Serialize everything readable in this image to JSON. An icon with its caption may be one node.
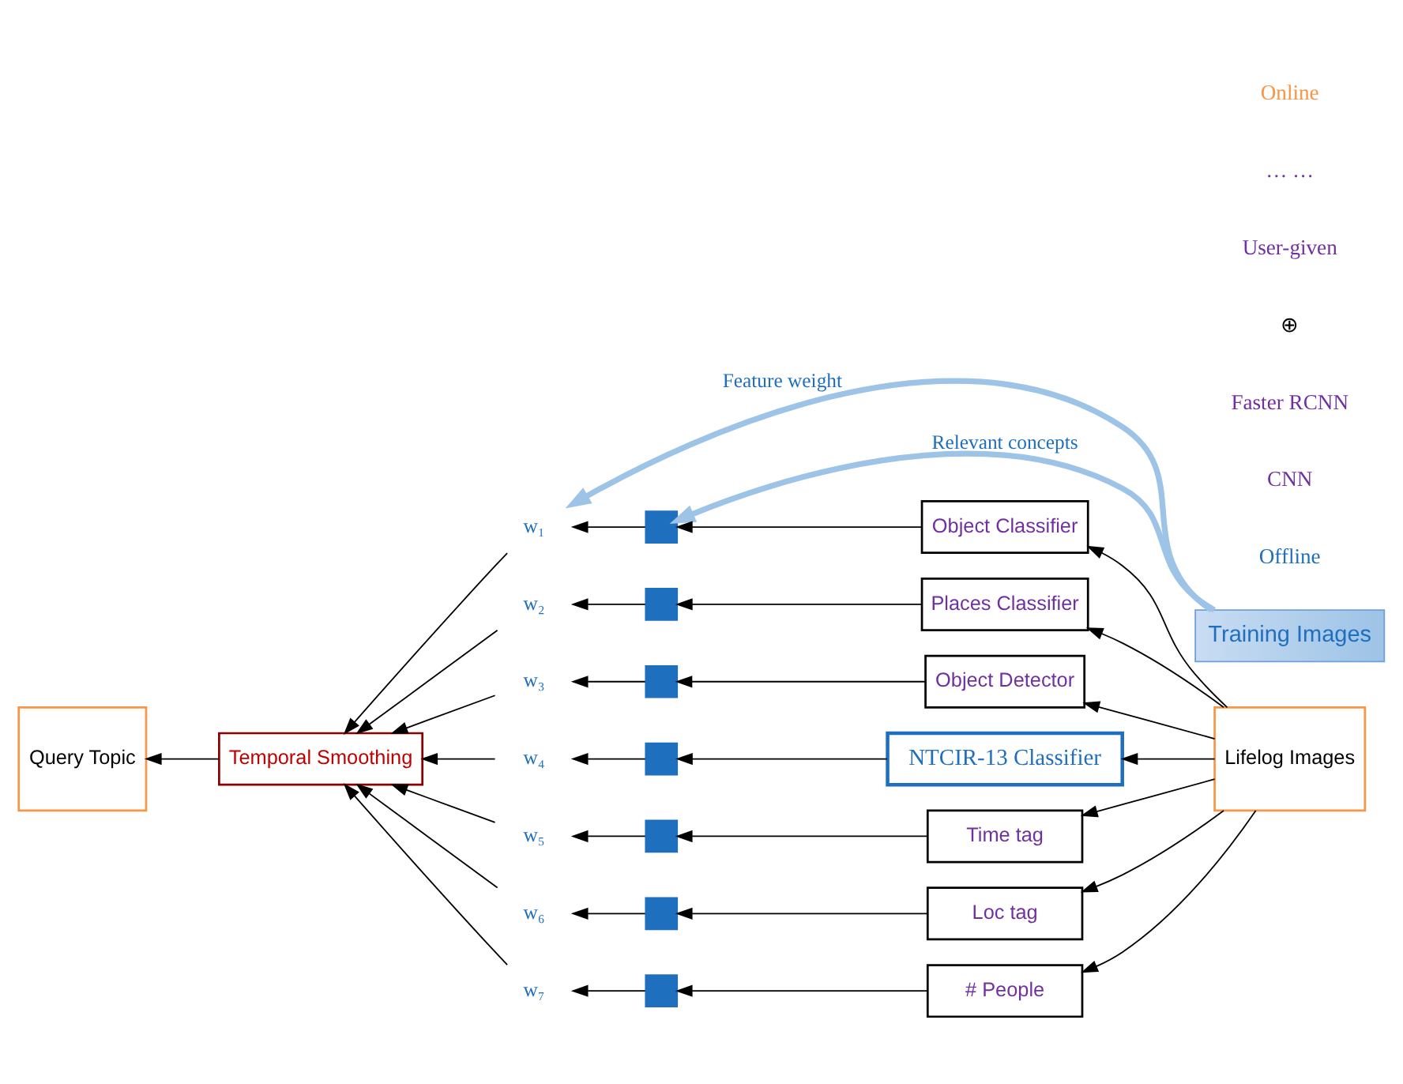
{
  "diagram": {
    "nodes": [
      {
        "text": [
          "Training Images"
        ]
      },
      {
        "text": [
          "w₁"
        ]
      },
      {
        "text": [
          "w₂"
        ]
      },
      {
        "text": [
          "w₃"
        ]
      },
      {
        "text": [
          "w₄"
        ]
      },
      {
        "text": [
          "w₅"
        ]
      },
      {
        "text": [
          "w₆"
        ]
      },
      {
        "text": [
          "w₇"
        ]
      },
      {
        "text": [],
        "shape": "plus"
      },
      {
        "text": [],
        "shape": "plus"
      },
      {
        "text": [],
        "shape": "plus"
      },
      {
        "text": [],
        "shape": "plus"
      },
      {
        "text": [],
        "shape": "plus"
      },
      {
        "text": [],
        "shape": "plus"
      },
      {
        "text": [],
        "shape": "plus"
      },
      {
        "text": [
          "Object Classifier"
        ]
      },
      {
        "text": [
          "Places Classifier"
        ]
      },
      {
        "text": [
          "Object Detector"
        ]
      },
      {
        "text": [
          "NTCIR-13 Classifier"
        ]
      },
      {
        "text": [
          "Time tag"
        ]
      },
      {
        "text": [
          "Loc tag"
        ]
      },
      {
        "text": [
          "# People"
        ]
      },
      {
        "text": [
          "Lifelog Images"
        ]
      },
      {
        "text": [
          "Temporal Smoothing"
        ]
      },
      {
        "text": [
          "Query Topic"
        ]
      }
    ],
    "edges": [
      {
        "from": 0,
        "to": 1,
        "arrow": "to",
        "label": "Feature weight",
        "style": "thick",
        "color": "#9dc3e6"
      },
      {
        "from": 0,
        "to": 8,
        "arrow": "to",
        "label": "Relevant concepts",
        "style": "thick",
        "color": "#9dc3e6"
      },
      {
        "from": 22,
        "to": 15,
        "arrow": "to"
      },
      {
        "from": 22,
        "to": 16,
        "arrow": "to"
      },
      {
        "from": 22,
        "to": 17,
        "arrow": "to"
      },
      {
        "from": 22,
        "to": 18,
        "arrow": "to"
      },
      {
        "from": 22,
        "to": 19,
        "arrow": "to"
      },
      {
        "from": 22,
        "to": 20,
        "arrow": "to"
      },
      {
        "from": 22,
        "to": 21,
        "arrow": "to"
      },
      {
        "from": 15,
        "to": 8,
        "arrow": "to"
      },
      {
        "from": 16,
        "to": 9,
        "arrow": "to"
      },
      {
        "from": 17,
        "to": 10,
        "arrow": "to"
      },
      {
        "from": 18,
        "to": 11,
        "arrow": "to"
      },
      {
        "from": 19,
        "to": 12,
        "arrow": "to"
      },
      {
        "from": 20,
        "to": 13,
        "arrow": "to"
      },
      {
        "from": 21,
        "to": 14,
        "arrow": "to"
      },
      {
        "from": 8,
        "to": 1,
        "arrow": "to"
      },
      {
        "from": 9,
        "to": 2,
        "arrow": "to"
      },
      {
        "from": 10,
        "to": 3,
        "arrow": "to"
      },
      {
        "from": 11,
        "to": 4,
        "arrow": "to"
      },
      {
        "from": 12,
        "to": 5,
        "arrow": "to"
      },
      {
        "from": 13,
        "to": 6,
        "arrow": "to"
      },
      {
        "from": 14,
        "to": 7,
        "arrow": "to"
      },
      {
        "from": 1,
        "to": 23,
        "arrow": "to"
      },
      {
        "from": 2,
        "to": 23,
        "arrow": "to"
      },
      {
        "from": 3,
        "to": 23,
        "arrow": "to"
      },
      {
        "from": 4,
        "to": 23,
        "arrow": "to"
      },
      {
        "from": 5,
        "to": 23,
        "arrow": "to"
      },
      {
        "from": 6,
        "to": 23,
        "arrow": "to"
      },
      {
        "from": 7,
        "to": 23,
        "arrow": "to"
      },
      {
        "from": 23,
        "to": 24,
        "arrow": "to"
      }
    ],
    "labels": [
      "Offline",
      "CNN",
      "Faster RCNN",
      "⊕",
      "User-given",
      "… …",
      "Online"
    ]
  }
}
